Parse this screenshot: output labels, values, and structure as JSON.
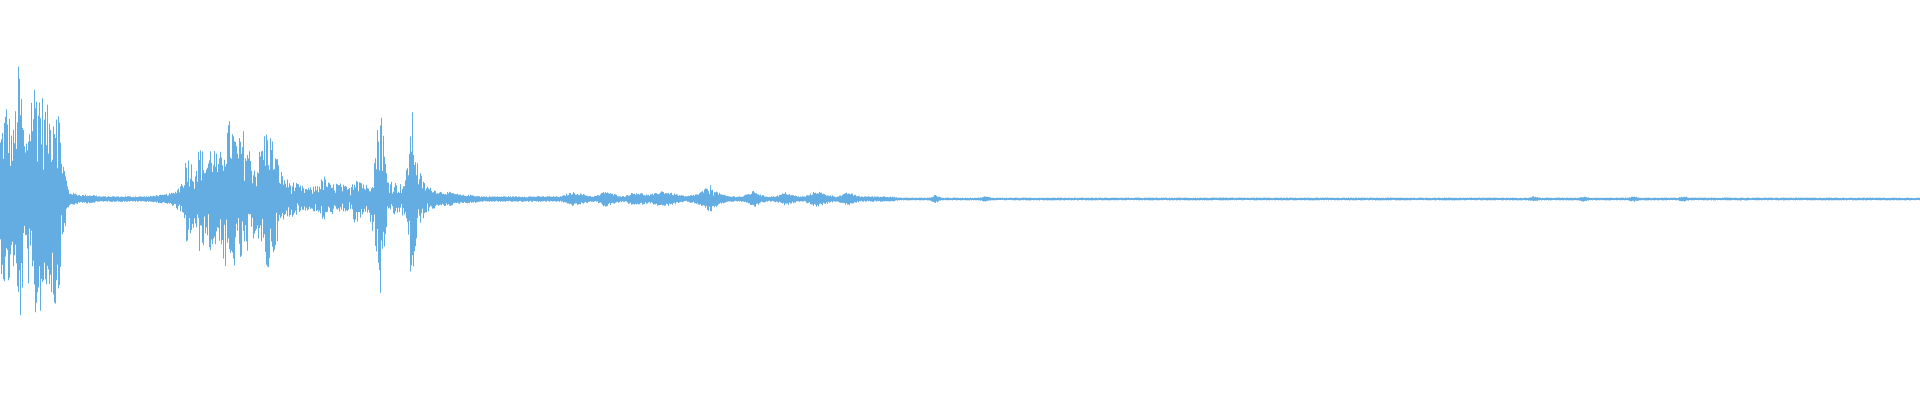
{
  "waveform": {
    "color": "#64ADE3",
    "channels": 1,
    "amplitude_envelope": [
      0.48,
      0.7,
      0.45,
      0.98,
      0.38,
      0.82,
      0.86,
      0.68,
      0.62,
      0.84,
      0.3,
      0.05,
      0.04,
      0.03,
      0.03,
      0.03,
      0.02,
      0.02,
      0.02,
      0.02,
      0.02,
      0.02,
      0.02,
      0.02,
      0.02,
      0.03,
      0.03,
      0.04,
      0.05,
      0.12,
      0.34,
      0.22,
      0.38,
      0.28,
      0.42,
      0.26,
      0.5,
      0.56,
      0.4,
      0.48,
      0.35,
      0.22,
      0.44,
      0.52,
      0.36,
      0.2,
      0.14,
      0.12,
      0.1,
      0.08,
      0.08,
      0.12,
      0.16,
      0.1,
      0.12,
      0.1,
      0.08,
      0.2,
      0.14,
      0.09,
      0.3,
      0.72,
      0.16,
      0.13,
      0.1,
      0.14,
      0.64,
      0.22,
      0.12,
      0.08,
      0.06,
      0.05,
      0.05,
      0.04,
      0.03,
      0.03,
      0.03,
      0.02,
      0.02,
      0.02,
      0.02,
      0.02,
      0.02,
      0.02,
      0.02,
      0.02,
      0.02,
      0.02,
      0.02,
      0.02,
      0.02,
      0.04,
      0.05,
      0.04,
      0.03,
      0.02,
      0.03,
      0.06,
      0.04,
      0.03,
      0.02,
      0.04,
      0.05,
      0.04,
      0.03,
      0.04,
      0.06,
      0.05,
      0.04,
      0.03,
      0.02,
      0.03,
      0.04,
      0.07,
      0.1,
      0.05,
      0.03,
      0.02,
      0.02,
      0.02,
      0.04,
      0.06,
      0.03,
      0.02,
      0.02,
      0.03,
      0.05,
      0.03,
      0.02,
      0.02,
      0.04,
      0.06,
      0.04,
      0.03,
      0.02,
      0.03,
      0.05,
      0.03,
      0.02,
      0.02,
      0.02,
      0.02,
      0.02,
      0.02,
      0.01,
      0.01,
      0.01,
      0.01,
      0.01,
      0.01,
      0.03,
      0.01,
      0.01,
      0.01,
      0.01,
      0.01,
      0.01,
      0.01,
      0.02,
      0.01,
      0.01,
      0.01,
      0.01,
      0.01,
      0.01,
      0.01,
      0.01,
      0.01,
      0.01,
      0.01,
      0.01,
      0.01,
      0.01,
      0.01,
      0.01,
      0.01,
      0.01,
      0.01,
      0.01,
      0.01,
      0.01,
      0.01,
      0.01,
      0.01,
      0.01,
      0.01,
      0.01,
      0.01,
      0.01,
      0.01,
      0.01,
      0.01,
      0.01,
      0.01,
      0.01,
      0.01,
      0.01,
      0.01,
      0.01,
      0.01,
      0.01,
      0.01,
      0.01,
      0.01,
      0.01,
      0.01,
      0.01,
      0.01,
      0.01,
      0.01,
      0.01,
      0.01,
      0.01,
      0.01,
      0.01,
      0.01,
      0.01,
      0.01,
      0.01,
      0.01,
      0.01,
      0.01,
      0.01,
      0.01,
      0.01,
      0.01,
      0.01,
      0.01,
      0.01,
      0.01,
      0.01,
      0.01,
      0.01,
      0.01,
      0.01,
      0.01,
      0.01,
      0.01,
      0.01,
      0.01,
      0.01,
      0.01,
      0.01,
      0.01,
      0.01,
      0.01,
      0.02,
      0.01,
      0.01,
      0.01,
      0.01,
      0.01,
      0.01,
      0.01,
      0.02,
      0.01,
      0.01,
      0.01,
      0.01,
      0.01,
      0.01,
      0.01,
      0.02,
      0.01,
      0.01,
      0.01,
      0.01,
      0.01,
      0.01,
      0.01,
      0.02,
      0.01,
      0.01,
      0.01,
      0.01,
      0.01,
      0.01,
      0.01,
      0.01,
      0.01,
      0.01,
      0.01,
      0.01,
      0.01,
      0.01,
      0.01,
      0.01,
      0.01,
      0.01,
      0.01,
      0.01,
      0.01,
      0.01,
      0.01,
      0.01,
      0.01,
      0.01,
      0.01,
      0.01,
      0.01,
      0.01,
      0.01,
      0.01,
      0.01,
      0.01,
      0.01,
      0.01,
      0.01
    ]
  }
}
